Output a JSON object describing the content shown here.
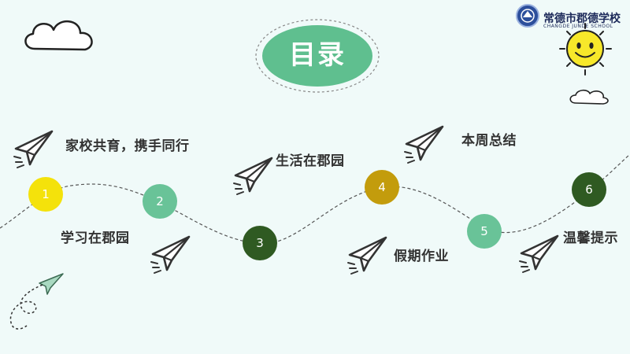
{
  "school": {
    "logo_icon": "school-seal-icon",
    "name": "常德市郡德学校",
    "name_en": "CHANGDE JUNDE SCHOOL"
  },
  "title": "目录",
  "colors": {
    "background": "#f0faf9",
    "title_oval": "#5fbf8f",
    "step1": "#f4e20b",
    "step2": "#69c398",
    "step3": "#2f5a22",
    "step4": "#c39c0c",
    "step5": "#69c398",
    "step6": "#2f5a22",
    "path_line": "#555555",
    "sun": "#f7e82a"
  },
  "steps": [
    {
      "number": "1",
      "label": "家校共育，携手同行",
      "icon": "paper-plane-icon"
    },
    {
      "number": "2",
      "label": "学习在郡园",
      "icon": "paper-plane-icon"
    },
    {
      "number": "3",
      "label": "生活在郡园",
      "icon": "paper-plane-icon"
    },
    {
      "number": "4",
      "label": "本周总结",
      "icon": "paper-plane-icon"
    },
    {
      "number": "5",
      "label": "假期作业",
      "icon": "paper-plane-icon"
    },
    {
      "number": "6",
      "label": "温馨提示",
      "icon": "paper-plane-icon"
    }
  ],
  "decorations": [
    "cloud-icon",
    "sun-face-icon",
    "small-cloud-icon",
    "green-paper-plane-icon"
  ]
}
